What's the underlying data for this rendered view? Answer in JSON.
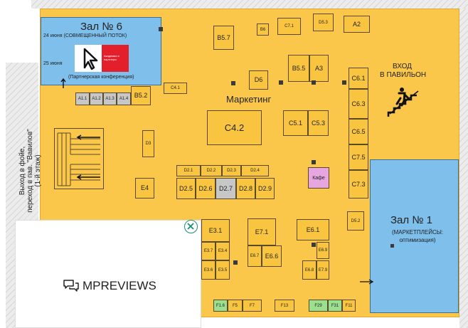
{
  "hall6": {
    "title": "Зал № 6",
    "line1": "24 июня (СОВМЕЩЕННЫЙ ПОТОК)",
    "line2": "25 июня",
    "caption": "(Партнерская конференция)",
    "logo_text": "Академия и партнеры"
  },
  "hall1": {
    "title": "Зал № 1",
    "subtitle": "(МАРКЕТПЛЕЙСЫ: оптимизация)"
  },
  "entrance": {
    "line1": "ВХОД",
    "line2": "В ПАВИЛЬОН"
  },
  "marketing_label": "Маркетинг",
  "side_text": {
    "line1": "Выход в фойе,",
    "line2": "переход в пав. \"Вавилов\"",
    "line3": "(1-й этаж)"
  },
  "ad": {
    "brand": "MPREVIEWS"
  },
  "booths": {
    "a1_1": "A1.1",
    "a1_2": "A1.2",
    "a1_3": "A1.3",
    "a1_4": "A1.4",
    "b5_2": "B5.2",
    "c4_1": "C4.1",
    "b5_7": "B5.7",
    "b6": "B6",
    "c7_1": "C7.1",
    "d5_3": "D5.3",
    "a2": "A2",
    "b5_5": "B5.5",
    "a3": "A3",
    "d6": "D6",
    "c6_1": "C6.1",
    "c6_3": "C6.3",
    "c6_5": "C6.5",
    "c7_5": "C7.5",
    "c7_3": "C7.3",
    "c4_2": "C4.2",
    "c5_1": "C5.1",
    "c5_3": "C5.3",
    "d3": "D3",
    "e4": "E4",
    "d2_1": "D2.1",
    "d2_2": "D2.2",
    "d2_3": "D2.3",
    "d2_4": "D2.4",
    "d2_5": "D2.5",
    "d2_6": "D2.6",
    "d2_7": "D2.7",
    "d2_8": "D2.8",
    "d2_9": "D2.9",
    "kafe": "Кафе",
    "d5_2": "D5.2",
    "e3_1": "E3.1",
    "e3_7": "E3.7",
    "e3_4": "E3.4",
    "e3_6": "E3.6",
    "e3_5": "E3.5",
    "e7_1": "E7.1",
    "e6_7": "E6.7",
    "e6_6": "E6.6",
    "e6_1": "E6.1",
    "e6_9": "E6.9",
    "e6_8": "E6.8",
    "e7_9": "E7.9",
    "f1_6": "F1.6",
    "f5": "F5",
    "f7": "F7",
    "f13": "F13",
    "f29": "F29",
    "f31": "F31",
    "f11": "F11"
  },
  "colors": {
    "floor": "#fbc74b",
    "hall": "#7ebfec",
    "booth": "#f9c540",
    "gray_booth": "#c7c7c7",
    "green_booth": "#9be08f",
    "cafe": "#e7a6df",
    "close_icon": "#1e8c78"
  }
}
